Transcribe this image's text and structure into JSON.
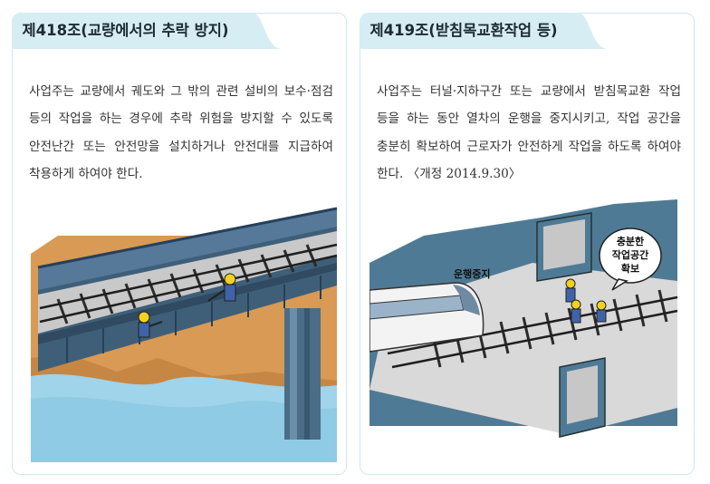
{
  "articles": [
    {
      "title": "제418조(교량에서의 추락 방지)",
      "body": "사업주는 교량에서 궤도와 그 밖의 관련 설비의 보수·점검 등의 작업을 하는 경우에 추락 위험을 방지할 수 있도록 안전난간 또는 안전망을 설치하거나 안전대를 지급하여 착용하게 하여야 한다."
    },
    {
      "title": "제419조(받침목교환작업 등)",
      "body": "사업주는 터널·지하구간 또는 교량에서 받침목교환 작업 등을 하는 동안 열차의 운행을 중지시키고, 작업 공간을 충분히 확보하여 근로자가 안전하게 작업을 하도록 하여야 한다. 〈개정 2014.9.30〉",
      "sign_label": "운행중지",
      "bubble_lines": [
        "충분한",
        "작업공간",
        "확보"
      ]
    }
  ],
  "colors": {
    "tab_bg": "#d6edf3",
    "card_border": "#cfe8ef",
    "bridge_steel": "#3f5f79",
    "water": "#9fd4ea",
    "ground": "#d89a54"
  }
}
